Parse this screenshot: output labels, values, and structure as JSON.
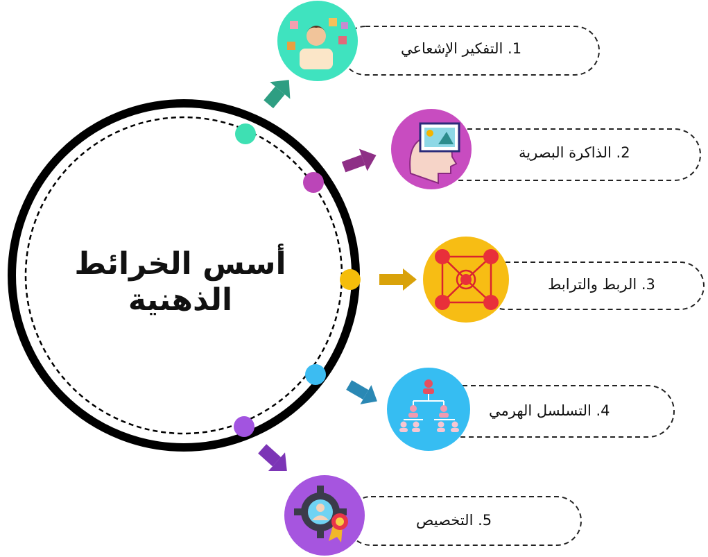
{
  "title": {
    "line1": "أسس الخرائط",
    "line2": "الذهنية"
  },
  "items": [
    {
      "label": "1. التفكير الإشعاعي",
      "color": "#3dd6b0",
      "icon": "boy-puzzle-icon"
    },
    {
      "label": "2. الذاكرة البصرية",
      "color": "#b13fa8",
      "icon": "head-picture-icon"
    },
    {
      "label": "3. الربط والترابط",
      "color": "#f5b80c",
      "icon": "network-icon"
    },
    {
      "label": "4. التسلسل الهرمي",
      "color": "#35b8ee",
      "icon": "hierarchy-icon"
    },
    {
      "label": "5. التخصيص",
      "color": "#9b4fd8",
      "icon": "gear-award-icon"
    }
  ]
}
